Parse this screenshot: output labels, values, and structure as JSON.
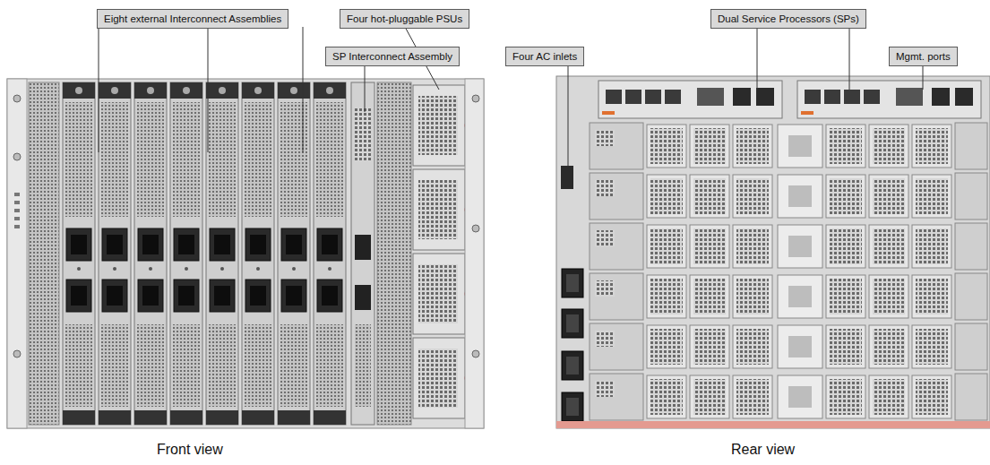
{
  "diagram": {
    "nodes": [
      {
        "text": [
          "Eight external Interconnect Assemblies"
        ]
      },
      {
        "text": [
          "Four hot-pluggable PSUs"
        ]
      },
      {
        "text": [
          "SP Interconnect Assembly"
        ]
      },
      {
        "text": [
          "Four AC inlets"
        ]
      },
      {
        "text": [
          "Dual Service Processors (SPs)"
        ]
      },
      {
        "text": [
          "Mgmt. ports"
        ]
      }
    ],
    "labels": [
      "Front view",
      "Rear view"
    ]
  }
}
